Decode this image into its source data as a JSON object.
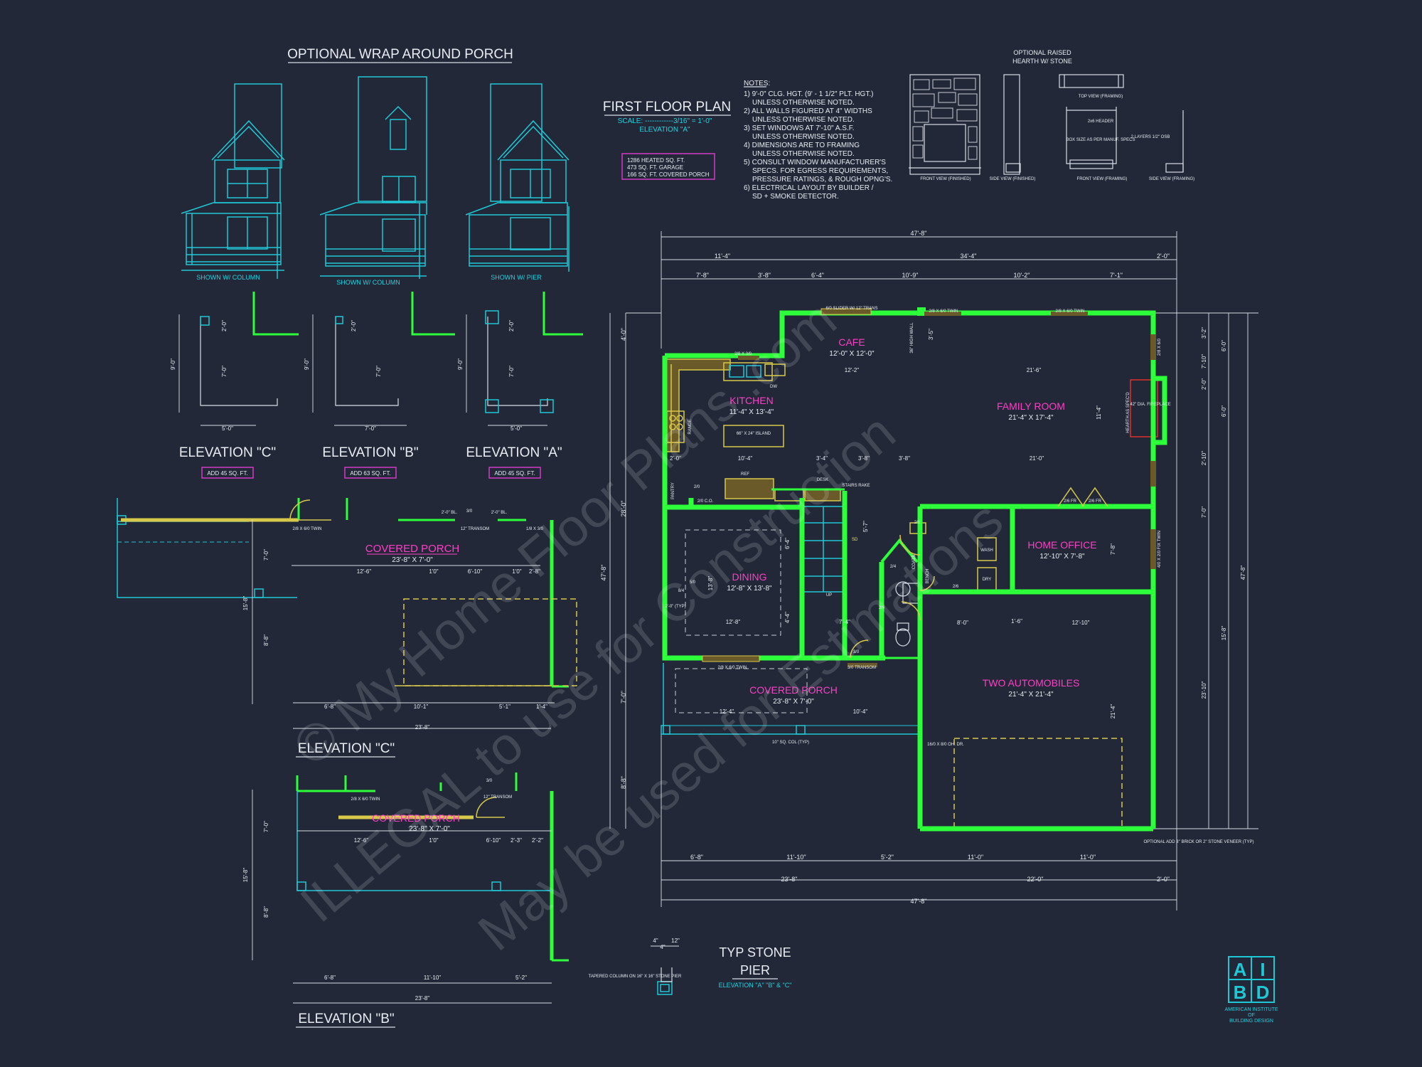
{
  "porch": {
    "title": "OPTIONAL WRAP AROUND PORCH",
    "captions": [
      "SHOWN W/ COLUMN",
      "SHOWN W/ COLUMN",
      "SHOWN W/ PIER"
    ]
  },
  "plan": {
    "title": "FIRST FLOOR PLAN",
    "scale": "SCALE: ------------3/16\" = 1'-0\"",
    "elevation": "ELEVATION \"A\"",
    "areas": [
      "1286 HEATED SQ. FT.",
      "473 SQ. FT. GARAGE",
      "166 SQ. FT. COVERED PORCH"
    ]
  },
  "notes": {
    "heading": "NOTES:",
    "lines": [
      "1) 9'-0\" CLG. HGT. (9' - 1 1/2\" PLT. HGT.)",
      "UNLESS OTHERWISE NOTED.",
      "2) ALL WALLS FIGURED AT 4\" WIDTHS",
      "UNLESS OTHERWISE NOTED.",
      "3) SET WINDOWS AT 7'-10\" A.S.F.",
      "UNLESS OTHERWISE NOTED.",
      "4) DIMENSIONS ARE TO FRAMING",
      "UNLESS OTHERWISE NOTED.",
      "5) CONSULT WINDOW MANUFACTURER'S",
      "SPECS. FOR EGRESS REQUIREMENTS,",
      "PRESSURE RATINGS, & ROUGH OPNG'S.",
      "6) ELECTRICAL LAYOUT BY BUILDER /",
      "SD + SMOKE DETECTOR."
    ]
  },
  "hearth": {
    "title_1": "OPTIONAL RAISED",
    "title_2": "HEARTH W/ STONE",
    "labels": [
      "FRONT VIEW (FINISHED)",
      "SIDE VIEW (FINISHED)",
      "FRONT VIEW (FRAMING)",
      "SIDE VIEW (FRAMING)",
      "TOP VIEW (FRAMING)",
      "2x6 HEADER",
      "BOX SIZE AS PER MANUF. SPECS",
      "2 LAYERS 1/2\" OSB"
    ]
  },
  "elevations": {
    "c": {
      "label": "ELEVATION \"C\"",
      "add": "ADD 45 SQ. FT.",
      "w": "5'-0\"",
      "h1": "2'-0\"",
      "h2": "7'-0\"",
      "total": "9'-0\""
    },
    "b": {
      "label": "ELEVATION \"B\"",
      "add": "ADD 63 SQ. FT.",
      "w": "7'-0\"",
      "h1": "2'-0\"",
      "h2": "7'-0\"",
      "total": "9'-0\""
    },
    "a": {
      "label": "ELEVATION \"A\"",
      "add": "ADD 45 SQ. FT.",
      "w": "5'-0\"",
      "h1": "2'-0\"",
      "h2": "7'-0\"",
      "total": "9'-0\""
    }
  },
  "porch_c": {
    "label": "ELEVATION \"C\"",
    "room": "COVERED PORCH",
    "size": "23'-8\" X 7'-0\"",
    "dims_top": [
      "12'-6\"",
      "1'0\"",
      "6'-10\"",
      "1'0\"",
      "2'-8\""
    ],
    "dims_bottom": [
      "6'-8\"",
      "10'-1\"",
      "5'-1\"",
      "1'-4\""
    ],
    "total": "23'-8\"",
    "side": [
      "7'-0\"",
      "15'-8\"",
      "8'-8\""
    ],
    "tags": [
      "2/8 X 6/0 TWIN",
      "12\" TRANSOM",
      "1/8 X 3/0",
      "3/0",
      "2'-0\" BL.",
      "2'-0\" BL."
    ]
  },
  "porch_b": {
    "label": "ELEVATION \"B\"",
    "room": "COVERED PORCH",
    "size": "23'-8\" X 7'-0\"",
    "dims_top": [
      "12'-6\"",
      "1'0\"",
      "6'-10\"",
      "2'-3\"",
      "2'-2\""
    ],
    "dims_bottom": [
      "6'-8\"",
      "11'-10\"",
      "5'-2\""
    ],
    "total": "23'-8\"",
    "side": [
      "7'-0\"",
      "15'-8\"",
      "8'-8\""
    ],
    "tags": [
      "2/8 X 6/0 TWIN",
      "3/0",
      "12\" TRANSOM"
    ]
  },
  "rooms": [
    {
      "name": "CAFE",
      "size": "12'-0\" X 12'-0\""
    },
    {
      "name": "KITCHEN",
      "size": "11'-4\" X 13'-4\""
    },
    {
      "name": "FAMILY ROOM",
      "size": "21'-4\" X 17'-4\""
    },
    {
      "name": "DINING",
      "size": "12'-8\" X 13'-8\""
    },
    {
      "name": "HOME OFFICE",
      "size": "12'-10\" X 7'-8\""
    },
    {
      "name": "TWO AUTOMOBILES",
      "size": "21'-4\" X 21'-4\""
    },
    {
      "name": "COVERED PORCH",
      "size": "23'-8\" X 7'-0\""
    }
  ],
  "plan_dims": {
    "overall": "47'-8\"",
    "top_row1": [
      "11'-4\"",
      "34'-4\"",
      "2'-0\""
    ],
    "top_row2": [
      "7'-8\"",
      "3'-8\"",
      "6'-4\"",
      "10'-9\"",
      "10'-2\"",
      "7'-1\""
    ],
    "bottom_row1": [
      "6'-8\"",
      "11'-10\"",
      "5'-2\"",
      "11'-0\"",
      "11'-0\""
    ],
    "bottom_row2": [
      "23'-8\"",
      "22'-0\"",
      "2'-0\""
    ],
    "left": [
      "4'-0\"",
      "28'-0\"",
      "47'-8\"",
      "7'-0\"",
      "8'-8\""
    ],
    "right": [
      "3'-2\"",
      "7'-10\"",
      "6'-0\"",
      "2'-0\"",
      "7'-0\"",
      "6'-0\"",
      "2'-10\"",
      "47'-8\"",
      "15'-8\"",
      "23'-10\""
    ],
    "inner": [
      "12'-2\"",
      "21'-6\"",
      "2'-0\"",
      "10'-4\"",
      "3'-4\"",
      "3'-8\"",
      "3'-8\"",
      "21'-0\"",
      "8'-0\"",
      "1'-6\"",
      "12'-10\"",
      "12'-4\"",
      "10'-4\"",
      "12'-8\"",
      "7'-4\"",
      "6'-4\"",
      "4'-4\"",
      "13'-8\"",
      "11'-4\"",
      "7'-8\"",
      "21'-4\"",
      "3'-5\"",
      "5'-7\""
    ]
  },
  "plan_tags": [
    "6/0 SLIDER W/ 12\" TRANS",
    "2/8 X 6/0 TWIN",
    "2/8 X 6/0 TWIN",
    "2/8 X 3/0",
    "DW",
    "RANGE",
    "66\" X 24\" ISLAND",
    "REF",
    "DESK",
    "STAIRS RAKE",
    "PANTRY",
    "2/0",
    "2/0 C.O.",
    "SD",
    "COATS",
    "2/8",
    "2/4",
    "2/4",
    "BENCH",
    "2/6",
    "WASH",
    "DRY",
    "2/6 FR",
    "2/6 FR",
    "42\" DIA. FIREPLACE",
    "HEARTH AS SPEC'D",
    "2/8 X 6/0",
    "4/0 X 2/0 FIX TWIN",
    "3/0",
    "3/0 TRANSOM",
    "2/8 X 6/0 TWIN",
    "16/0 X 8/0 OH. DR.",
    "10\" SQ. COL (TYP)",
    "36\" HIGH WALL",
    "OPTIONAL ADD 3\" BRICK OR 2\" STONE VENEER (TYP)",
    "2'-0\" (TYP)",
    "5/0",
    "8/4",
    "UP"
  ],
  "pier": {
    "title_1": "TYP STONE",
    "title_2": "PIER",
    "sub": "ELEVATION \"A\" \"B\" & \"C\"",
    "note": "TAPERED COLUMN ON 16\" X 16\" STONE PIER",
    "dims": [
      "4\"",
      "4\"",
      "12\""
    ]
  },
  "watermark": {
    "line1": "© My Home Floor Plans .com",
    "line2": "ILLEGAL to use for Construction",
    "line3": "May be used for Estimations"
  },
  "logo": {
    "letters": [
      "A",
      "I",
      "B",
      "D"
    ],
    "text": [
      "AMERICAN INSTITUTE",
      "OF",
      "BUILDING DESIGN"
    ]
  }
}
